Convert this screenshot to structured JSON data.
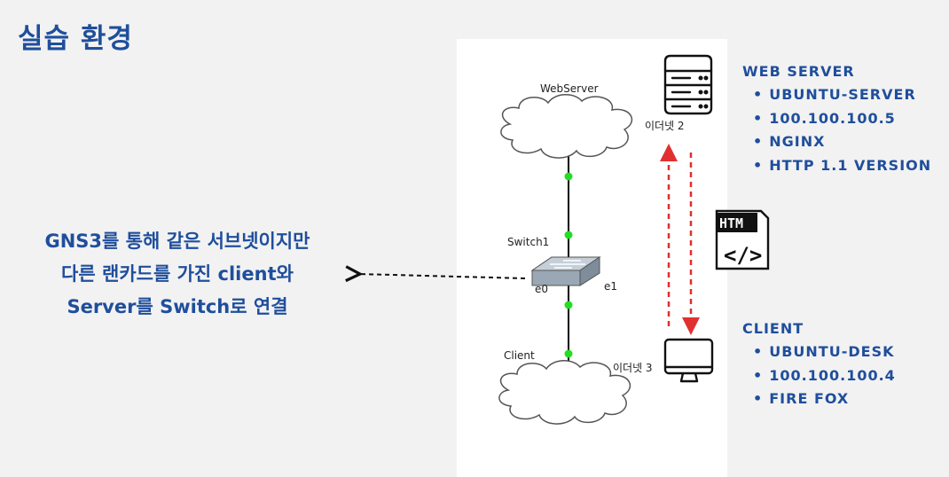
{
  "title": "실습 환경",
  "description": [
    "GNS3를 통해 같은 서브넷이지만",
    "다른  랜카드를 가진 client와",
    "Server를  Switch로 연결"
  ],
  "diagram": {
    "webserver_label": "WebServer",
    "switch_label": "Switch1",
    "client_label": "Client",
    "port_e0": "e0",
    "port_e1": "e1",
    "eth2_label": "이더넷 2",
    "eth3_label": "이더넷 3",
    "html_icon_text": "HTM"
  },
  "web_server": {
    "heading": "WEB SERVER",
    "items": [
      "UBUNTU-SERVER",
      "100.100.100.5",
      "NGINX",
      "HTTP 1.1 VERSION"
    ]
  },
  "client": {
    "heading": "CLIENT",
    "items": [
      "UBUNTU-DESK",
      "100.100.100.4",
      "FIRE FOX"
    ]
  },
  "colors": {
    "heading_blue": "#1f4e9c",
    "link_green": "#22dd22",
    "arrow_red": "#e03030"
  }
}
